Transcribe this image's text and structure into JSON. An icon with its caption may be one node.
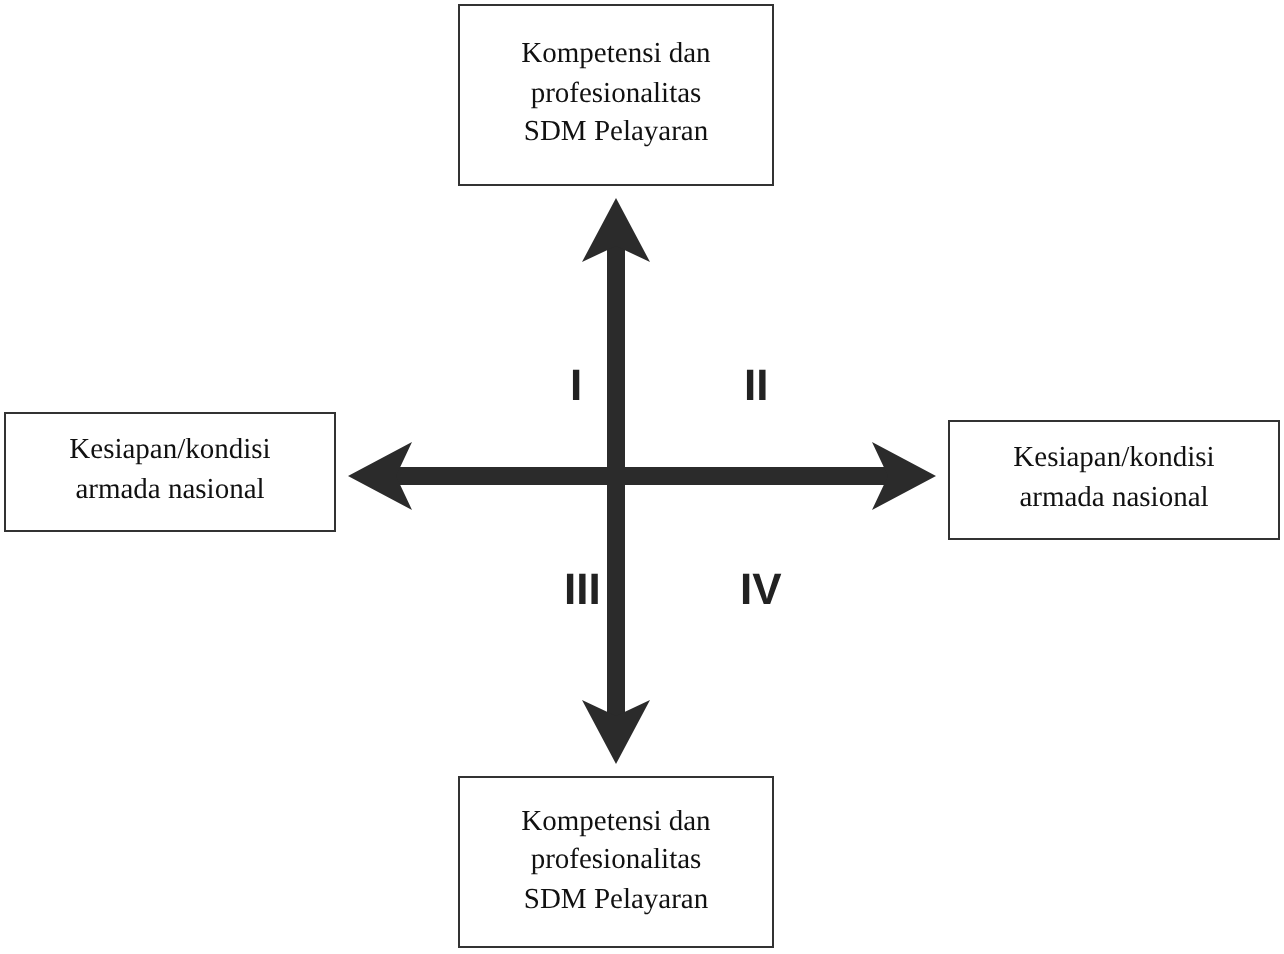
{
  "diagram": {
    "nodes": [
      {
        "text": [
          "Kompetensi dan profesionalitas SDM Pelayaran"
        ]
      },
      {
        "text": [
          "Kesiapan/kondisi armada nasional"
        ]
      },
      {
        "text": [
          "Kesiapan/kondisi armada nasional"
        ]
      },
      {
        "text": [
          "Kompetensi dan profesionalitas SDM Pelayaran"
        ]
      }
    ],
    "edges": [
      {
        "from": 3,
        "to": 0,
        "arrow": "both"
      },
      {
        "from": 1,
        "to": 2,
        "arrow": "both"
      }
    ],
    "labels": [
      "I",
      "II",
      "III",
      "IV"
    ]
  }
}
